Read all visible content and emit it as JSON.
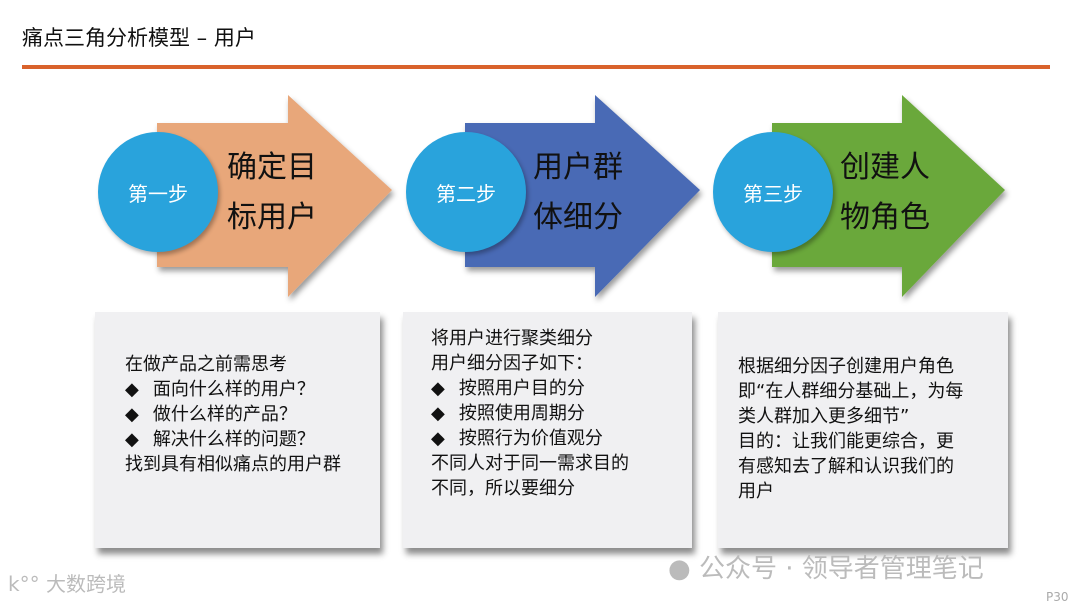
{
  "title": "痛点三角分析模型 – 用户",
  "colors": {
    "accent": "#d9622b",
    "circle": "#29a3dc",
    "arrow1": "#e8a77a",
    "arrow2": "#4a6bb5",
    "arrow3": "#6aa83a"
  },
  "steps": [
    {
      "badge": "第一步",
      "line1": "确定目",
      "line2": "标用户"
    },
    {
      "badge": "第二步",
      "line1": "用户群",
      "line2": "体细分"
    },
    {
      "badge": "第三步",
      "line1": "创建人",
      "line2": "物角色"
    }
  ],
  "box1": {
    "intro": "在做产品之前需思考",
    "bullets": [
      "面向什么样的用户？",
      "做什么样的产品？",
      "解决什么样的问题？"
    ],
    "outro": "找到具有相似痛点的用户群"
  },
  "box2": {
    "intro1": "将用户进行聚类细分",
    "intro2": "用户细分因子如下：",
    "bullets": [
      "按照用户目的分",
      "按照使用周期分",
      "按照行为价值观分"
    ],
    "outro1": "不同人对于同一需求目的",
    "outro2": "不同，所以要细分"
  },
  "box3": {
    "lines": [
      "根据细分因子创建用户角色",
      "即“在人群细分基础上，为每",
      "类人群加入更多细节”",
      "目的：让我们能更综合，更",
      "有感知去了解和认识我们的",
      "用户"
    ]
  },
  "bullet_glyph": "◆",
  "watermark_wechat": "公众号 · 领导者管理笔记",
  "watermark_logo": "大数跨境",
  "page_number": "P30"
}
